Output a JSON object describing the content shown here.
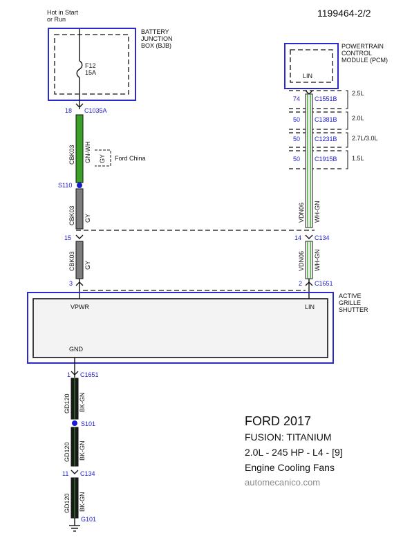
{
  "doc_id": "1199464-2/2",
  "power_note": [
    "Hot in Start",
    "or Run"
  ],
  "bjb": {
    "label": [
      "BATTERY",
      "JUNCTION",
      "BOX (BJB)"
    ],
    "fuse": "F12",
    "amps": "15A",
    "pin": "18",
    "connector": "C1035A"
  },
  "pcm": {
    "label": [
      "POWERTRAIN",
      "CONTROL",
      "MODULE (PCM)"
    ],
    "pin_label": "LIN",
    "variants": [
      {
        "pin": "74",
        "connector": "C1551B",
        "engine": "2.5L"
      },
      {
        "pin": "50",
        "connector": "C1381B",
        "engine": "2.0L"
      },
      {
        "pin": "50",
        "connector": "C1231B",
        "engine": "2.7L/3.0L"
      },
      {
        "pin": "50",
        "connector": "C1915B",
        "engine": "1.5L"
      }
    ]
  },
  "left_wire": {
    "circuit": "CBK03",
    "color_top": "GN-WH",
    "alt_color": "GY",
    "alt_note": "Ford China",
    "splice": "S110",
    "color_mid": "GY",
    "c134_pin": "15",
    "color_low": "GY",
    "shutter_pin": "3"
  },
  "right_wire": {
    "circuit": "VDN06",
    "color": "WH-GN",
    "c134_pin": "14",
    "c134_connector": "C134",
    "shutter_pin": "2",
    "shutter_connector": "C1651"
  },
  "shutter": {
    "label": [
      "ACTIVE",
      "GRILLE",
      "SHUTTER"
    ],
    "pin_vpwr": "VPWR",
    "pin_lin": "LIN",
    "pin_gnd": "GND"
  },
  "ground_wire": {
    "circuit": "GD120",
    "color": "BK-GN",
    "pin1": "1",
    "connector1": "C1651",
    "splice": "S101",
    "pin2": "11",
    "connector2": "C134",
    "ground": "G101"
  },
  "info": {
    "title": "FORD 2017",
    "model": "FUSION:  TITANIUM",
    "engine": "2.0L - 245 HP - L4 - [9]",
    "system": "Engine Cooling Fans",
    "site": "automecanico.com"
  },
  "colors": {
    "module_border": "#2a2ac8",
    "green_wire": "#3aa02a",
    "gray_wire": "#7d7d7d",
    "black_wire": "#1a1a1a",
    "label_blue": "#1a1ad0",
    "shutter_fill": "#f3f3f3"
  }
}
